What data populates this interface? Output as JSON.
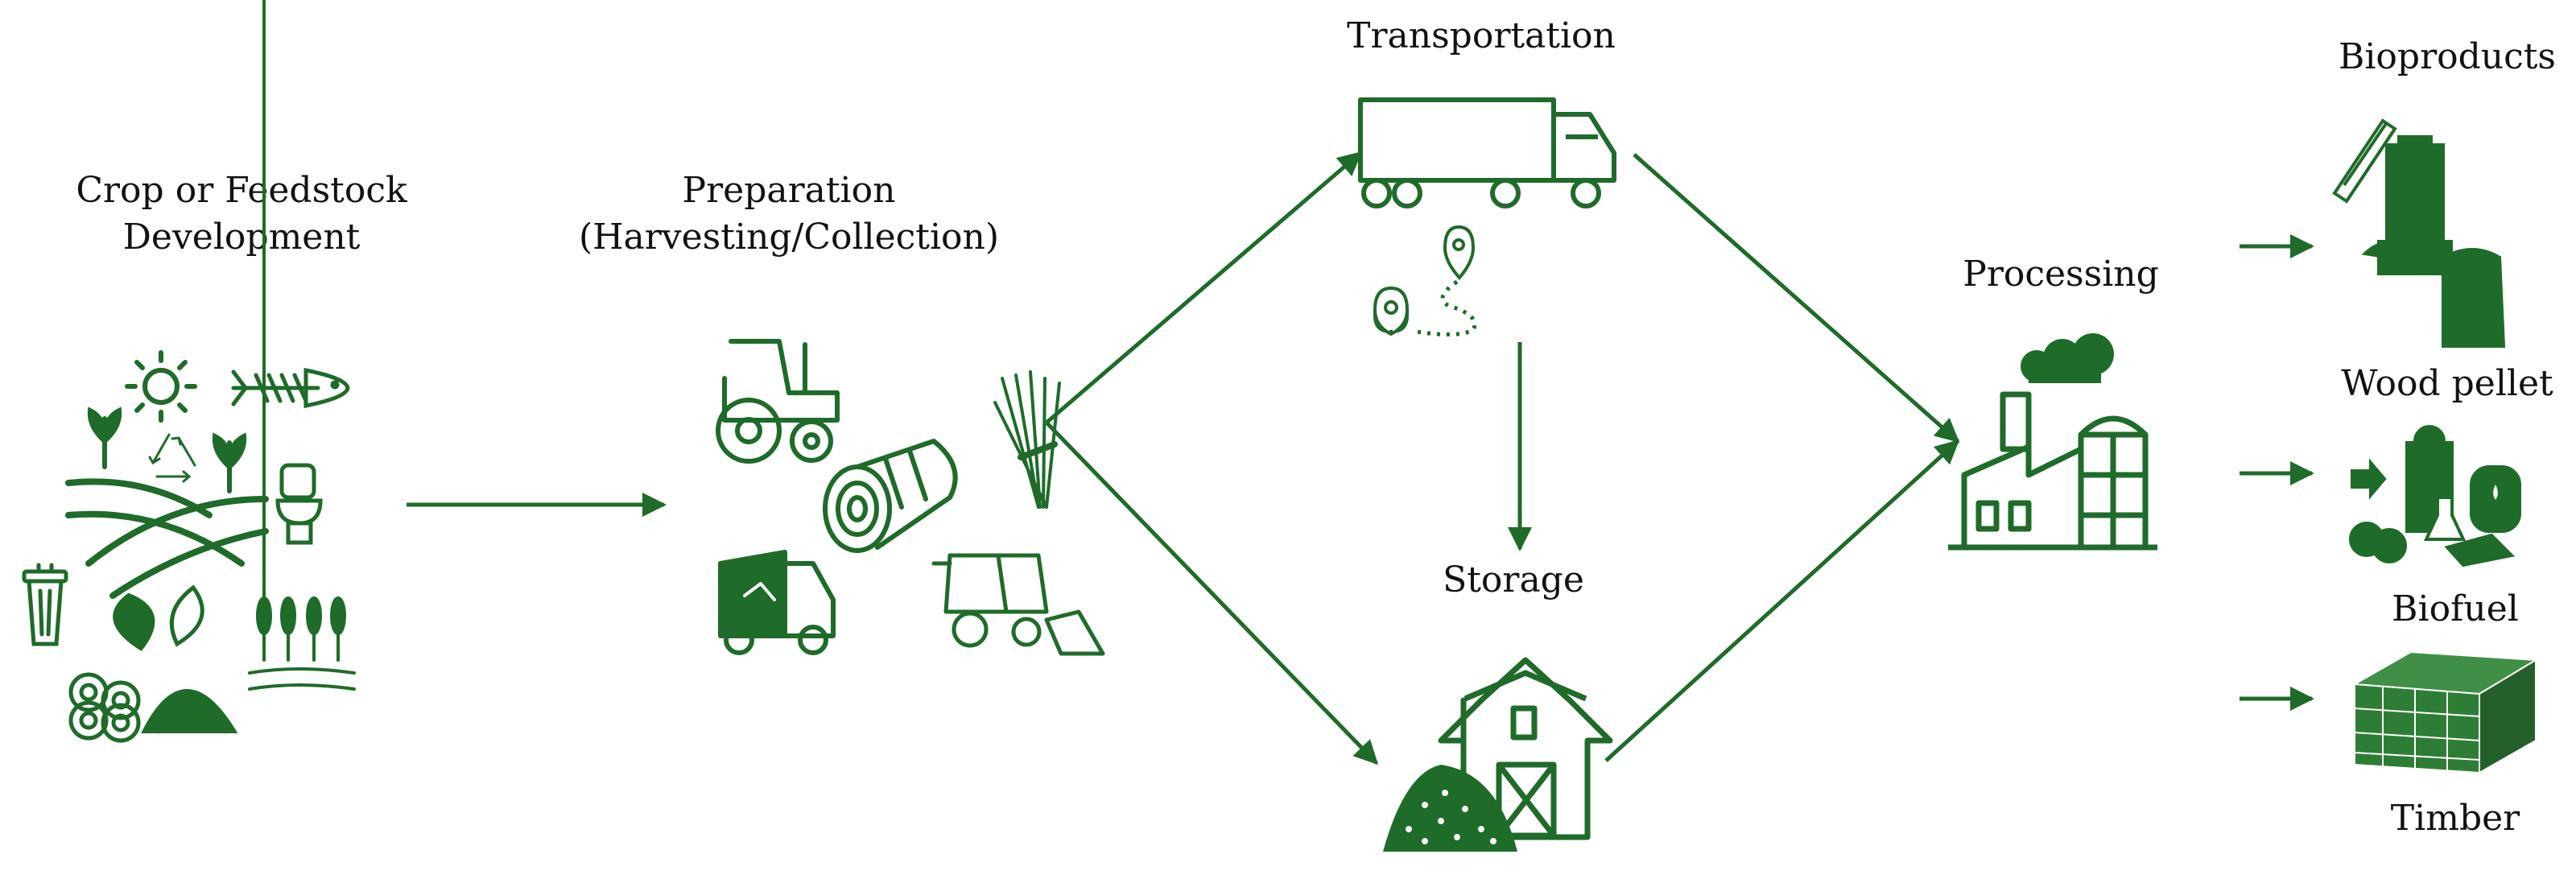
{
  "stages": {
    "crop": {
      "line1": "Crop or Feedstock",
      "line2": "Development"
    },
    "preparation": {
      "line1": "Preparation",
      "line2": "(Harvesting/Collection)"
    },
    "transportation": {
      "label": "Transportation"
    },
    "storage": {
      "label": "Storage"
    },
    "processing": {
      "label": "Processing"
    },
    "bioproducts": {
      "label": "Bioproducts"
    }
  },
  "products": [
    {
      "label": "Wood pellet",
      "icon": "wood-pellet-machine-icon"
    },
    {
      "label": "Biofuel",
      "icon": "biofuel-plant-icon"
    },
    {
      "label": "Timber",
      "icon": "timber-stack-icon"
    }
  ],
  "colors": {
    "accent": "#1f6b2a",
    "text": "#111111"
  }
}
